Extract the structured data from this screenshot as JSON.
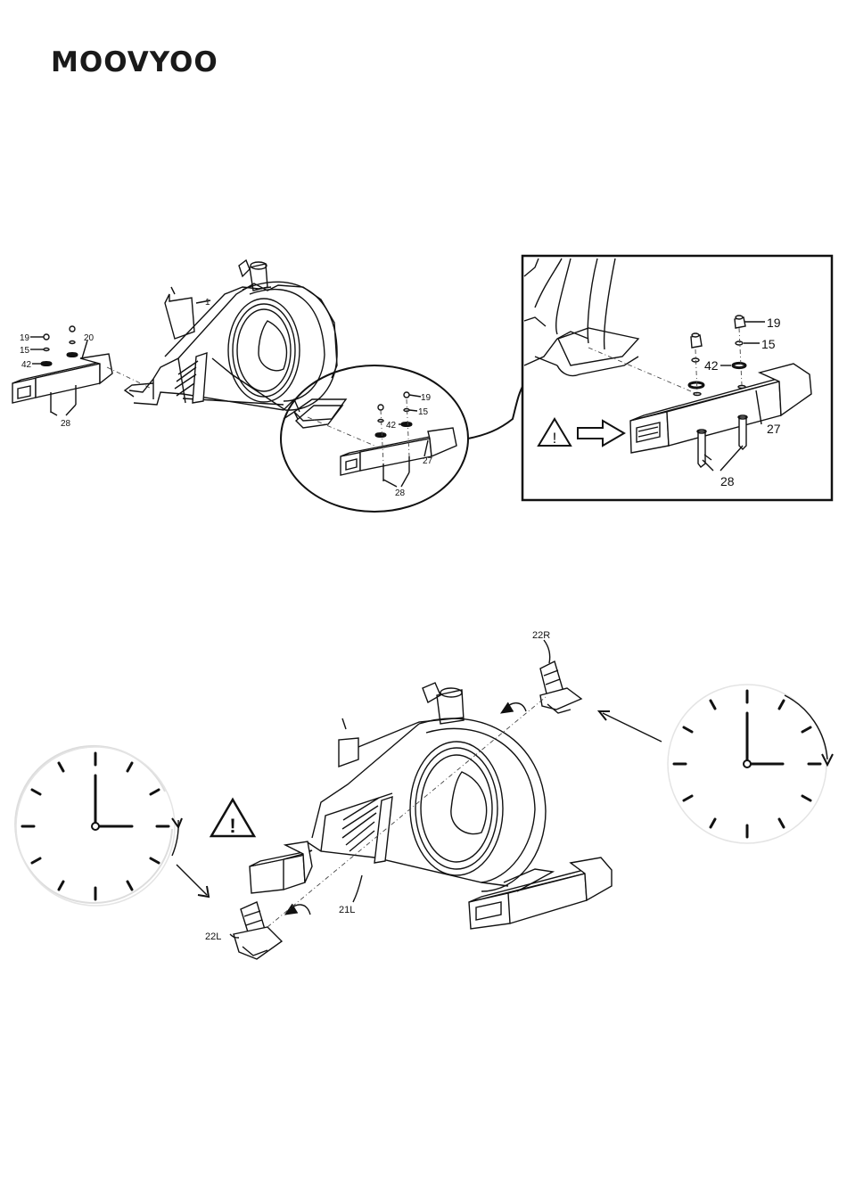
{
  "brand": "MOOVYOO",
  "step1": {
    "overview_labels": {
      "p19": "19",
      "p15": "15",
      "p42": "42",
      "p20": "20",
      "p28": "28",
      "p1": "1"
    },
    "circle_labels": {
      "p19": "19",
      "p15": "15",
      "p42": "42",
      "p27": "27",
      "p28": "28"
    },
    "detail_labels": {
      "p19": "19",
      "p15": "15",
      "p42": "42",
      "p27": "27",
      "p28": "28"
    },
    "warning_symbol": "!"
  },
  "step2": {
    "labels": {
      "p22r": "22R",
      "p22l": "22L",
      "p21l": "21L"
    },
    "warning_symbol": "!"
  }
}
